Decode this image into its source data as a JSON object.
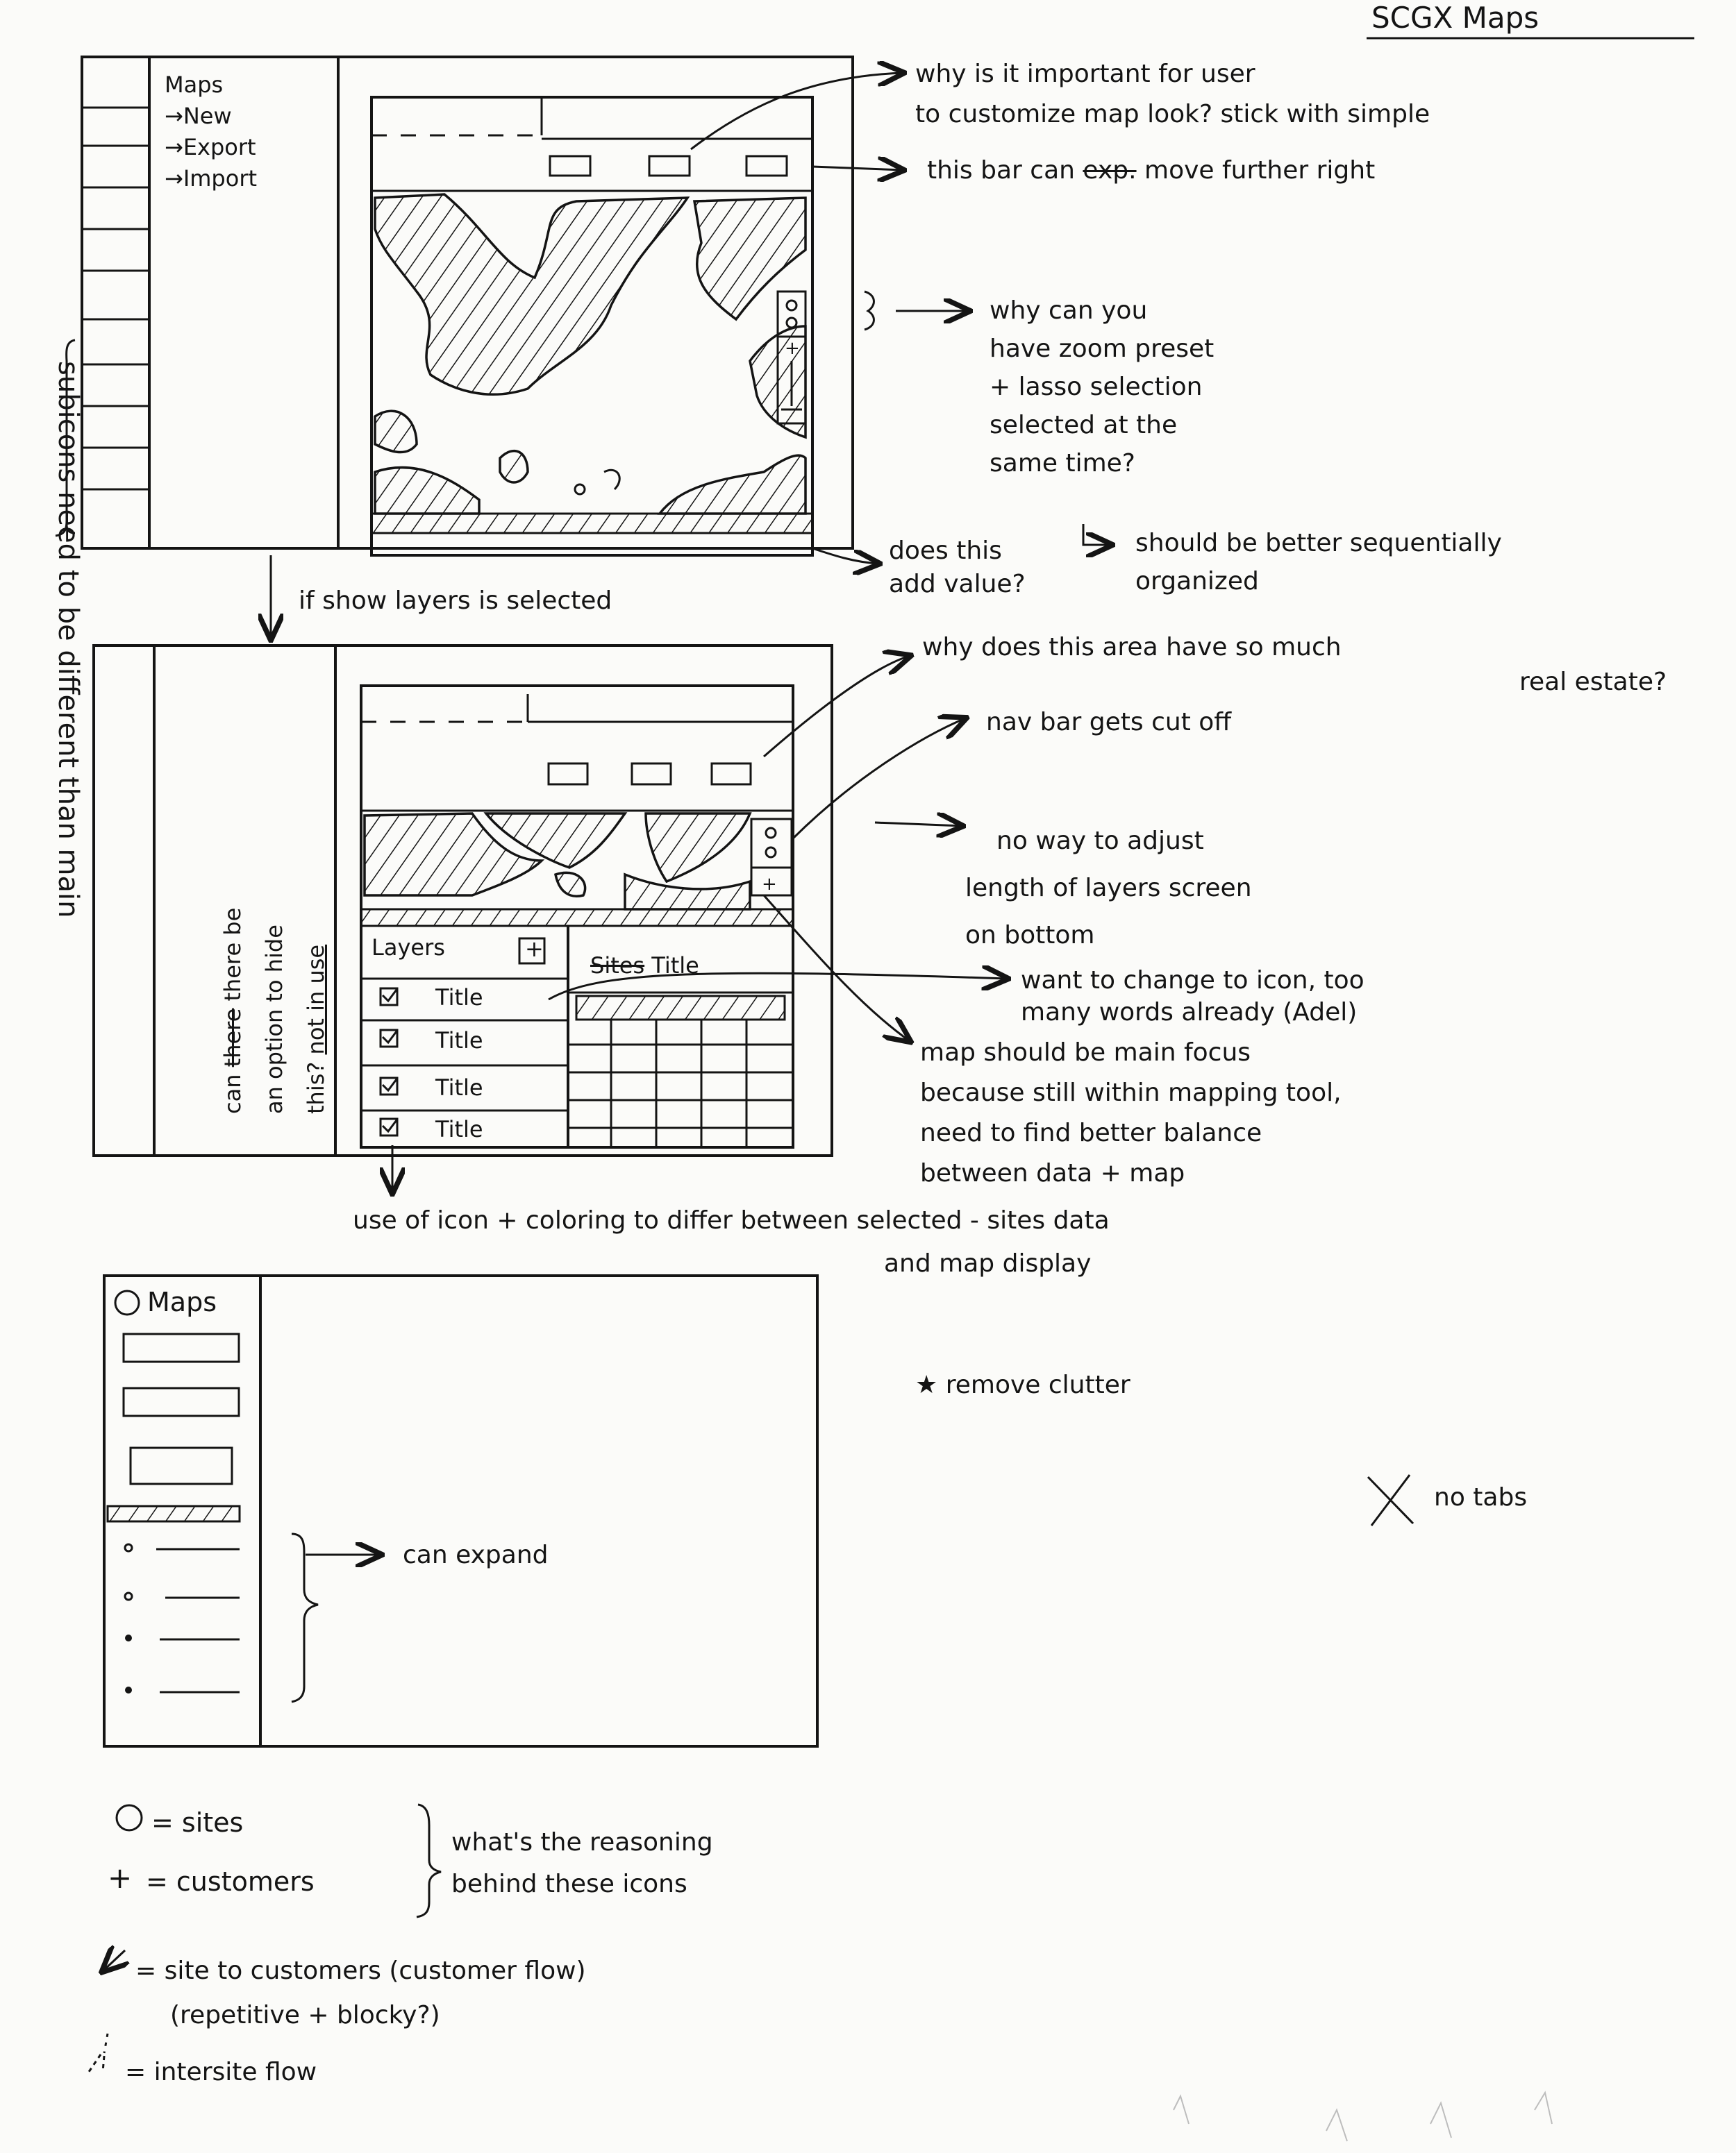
{
  "title": "SCGX Maps",
  "sketch1": {
    "menu": {
      "title": "Maps",
      "items": [
        "→New",
        "→Export",
        "→Import"
      ]
    }
  },
  "sketch2": {
    "side_note_parts": {
      "struck": "there",
      "a": "can",
      "b": "there be",
      "c": "an option to hide",
      "d": "this?",
      "e": "not in use"
    },
    "layers_label": "Layers",
    "add_glyph": "+",
    "layer_items": [
      "Title",
      "Title",
      "Title",
      "Title"
    ],
    "table_header_struck": "Sites",
    "table_header": "Title"
  },
  "sketch3": {
    "header": "Maps"
  },
  "annotations": {
    "a1": [
      "why is it important for user",
      "to customize map look? stick with simple"
    ],
    "a2": [
      "this bar can",
      "exp.",
      "move further right"
    ],
    "a3": [
      "why can you",
      "have zoom preset",
      "+ lasso selection",
      "selected at the",
      "same time?"
    ],
    "a4": "should be better sequentially organized",
    "a5": [
      "does this",
      "add value?"
    ],
    "a6": "if show layers is selected",
    "a7": [
      "why does this area have so much",
      "real estate?"
    ],
    "a8": "nav bar gets cut off",
    "a9": [
      "no way to adjust",
      "length of layers screen",
      "on bottom"
    ],
    "a10": [
      "want to change to icon, too",
      "many words already (Adel)"
    ],
    "a11": [
      "map should be main focus",
      "because still within mapping tool,",
      "need to find better balance",
      "between data + map"
    ],
    "a12": [
      "use of icon + coloring to differ between selected - sites data",
      "and map display"
    ],
    "a13": "remove clutter",
    "a14": "no tabs",
    "a15": "can expand",
    "side_vertical": "subicons need to be different than main"
  },
  "legend": {
    "items": [
      {
        "symbol": "O",
        "text": "= sites"
      },
      {
        "symbol": "+",
        "text": "= customers"
      }
    ],
    "bracket_note": [
      "what's the reasoning",
      "behind these icons"
    ],
    "flow1": [
      "= site to customers (customer flow)",
      "(repetitive + blocky?)"
    ],
    "flow2": "= intersite flow"
  },
  "colors": {
    "ink": "#141414",
    "paper": "#fbfbf9"
  }
}
